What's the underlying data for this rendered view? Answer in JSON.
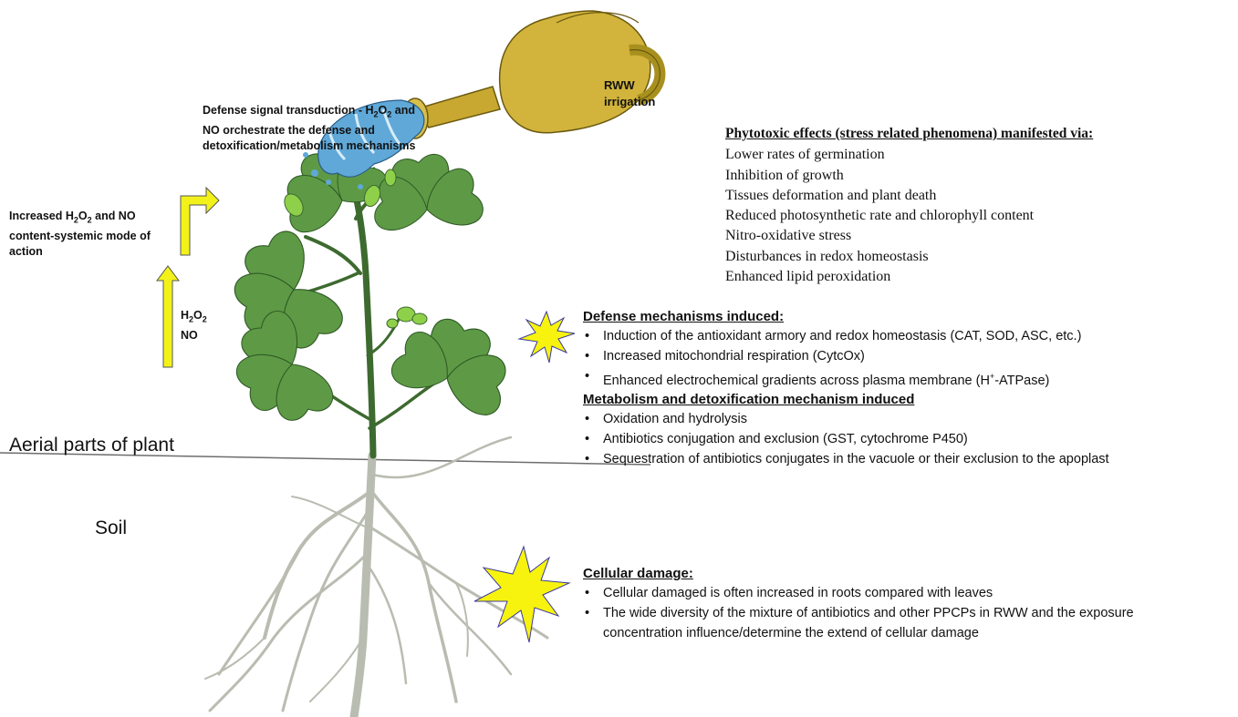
{
  "diagram": {
    "labels": {
      "aerial": "Aerial parts of plant",
      "soil": "Soil",
      "rww": "RWW irrigation",
      "signal_main": "Defense signal transduction - H",
      "signal_sub": "2",
      "signal_mid": "O",
      "signal_sub2": "2",
      "signal_rest": "and NO orchestrate the defense and detoxification/metabolism mechanisms",
      "increased_a": "Increased H",
      "increased_sub1": "2",
      "increased_b": "O",
      "increased_sub2": "2",
      "increased_c": " and NO content-systemic mode of action",
      "h2o2_a": "H",
      "h2o2_sub1": "2",
      "h2o2_b": "O",
      "h2o2_sub2": "2",
      "no": "NO"
    },
    "phytotoxic": {
      "heading": "Phytotoxic effects (stress related phenomena)  manifested via:",
      "items": [
        "Lower rates of germination",
        "Inhibition of growth",
        "Tissues deformation and plant death",
        "Reduced photosynthetic rate and chlorophyll content",
        "Nitro-oxidative stress",
        "Disturbances in redox homeostasis",
        "Enhanced lipid peroxidation"
      ]
    },
    "defense": {
      "heading": "Defense mechanisms induced:",
      "items": [
        "Induction of the antioxidant armory and redox homeostasis (CAT, SOD, ASC, etc.)",
        "Increased mitochondrial respiration (CytcOx)"
      ],
      "item3_a": "Enhanced electrochemical gradients across plasma membrane (H",
      "item3_sup": "+",
      "item3_b": "-ATPase)"
    },
    "metabolism": {
      "heading": "Metabolism and detoxification mechanism induced",
      "items": [
        "Oxidation and hydrolysis",
        "Antibiotics conjugation and exclusion (GST, cytochrome P450)",
        "Sequestration of antibiotics conjugates in the vacuole or their exclusion to the apoplast"
      ]
    },
    "damage": {
      "heading": "Cellular damage:",
      "items": [
        "Cellular damaged is often increased in roots compared with leaves",
        "The wide diversity of the mixture of antibiotics and other PPCPs in RWW and the exposure concentration influence/determine the extend of cellular damage"
      ]
    },
    "colors": {
      "leaf": "#5e9a45",
      "leaf_dark": "#2f5a26",
      "stem": "#3d6a2f",
      "root": "#b9bcb0",
      "arrow": "#f2f21a",
      "star": "#f7f30f",
      "can": "#d2b43c",
      "water": "#5fa8d8"
    }
  }
}
